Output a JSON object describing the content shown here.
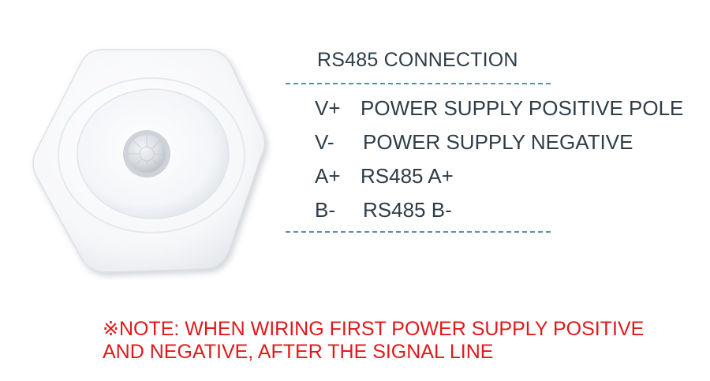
{
  "connection": {
    "title": "RS485 CONNECTION",
    "pins": [
      {
        "code": "V+",
        "description": "POWER SUPPLY POSITIVE POLE"
      },
      {
        "code": "V-",
        "description": "POWER SUPPLY NEGATIVE"
      },
      {
        "code": "A+",
        "description": "RS485 A+"
      },
      {
        "code": "B-",
        "description": "RS485 B-"
      }
    ]
  },
  "note": {
    "text": "※NOTE: WHEN WIRING FIRST POWER SUPPLY POSITIVE AND NEGATIVE, AFTER THE SIGNAL LINE"
  },
  "colors": {
    "text": "#2e3d47",
    "divider": "#5c8fa8",
    "note": "#e0191b"
  }
}
